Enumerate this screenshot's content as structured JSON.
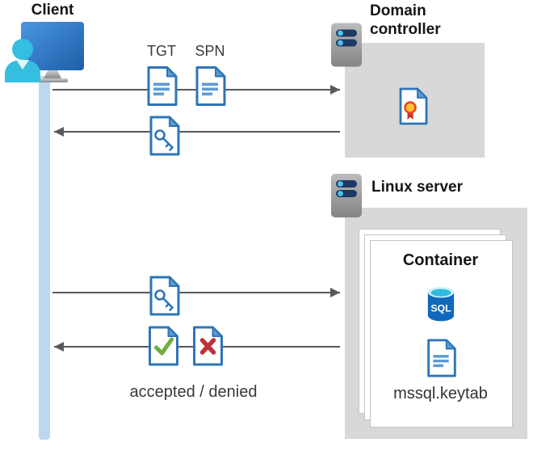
{
  "client": {
    "label": "Client"
  },
  "domain_controller": {
    "label": "Domain controller"
  },
  "linux_server": {
    "label": "Linux server"
  },
  "container": {
    "label": "Container",
    "sql_badge": "SQL",
    "keytab_file": "mssql.keytab"
  },
  "messages": {
    "tgt_label": "TGT",
    "spn_label": "SPN",
    "result_label": "accepted / denied"
  },
  "colors": {
    "document_blue": "#2E75B6",
    "document_fold_blue": "#5B9BD5",
    "document_line_blue": "#5B9BD5",
    "timeline_blue": "#BDD7EE",
    "arrow_gray": "#58595B",
    "panel_gray": "#D8D8D8",
    "accepted_green": "#6FAE3E",
    "denied_red": "#BF3036",
    "sql_body_blue": "#1168BD",
    "sql_top_cyan": "#32BBE0",
    "certificate_gold": "#FFC428",
    "certificate_ribbon_red": "#C62F23",
    "server_bar_navy": "#1F3864",
    "server_dot_cyan": "#4EC3EE",
    "person_cyan": "#36BEE1"
  }
}
